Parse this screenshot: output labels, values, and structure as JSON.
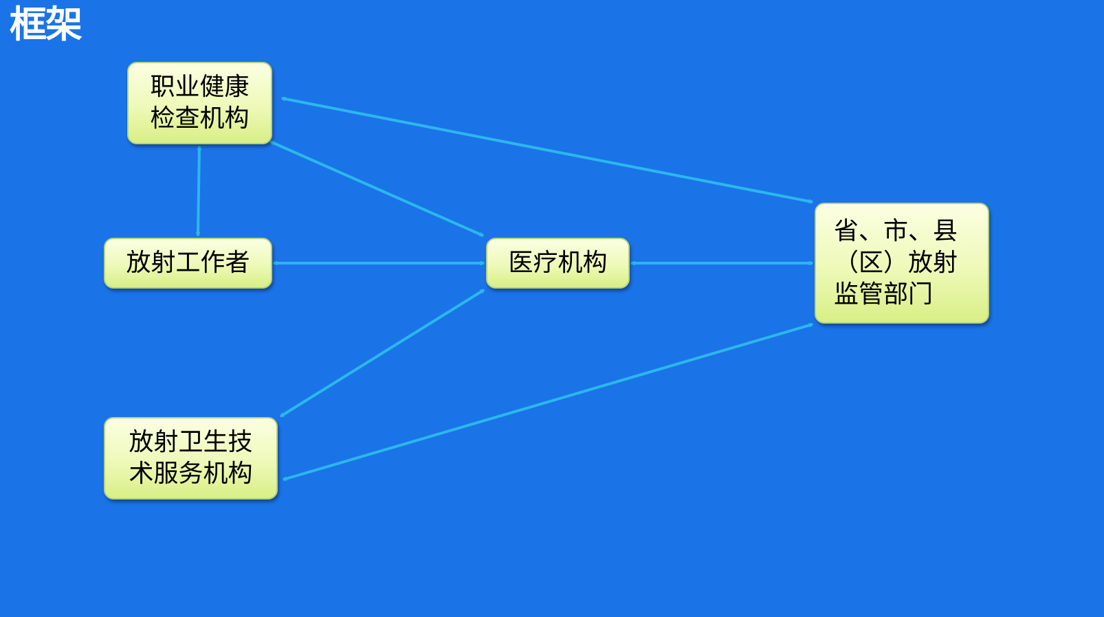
{
  "title": "框架",
  "colors": {
    "background": "#1b73e8",
    "arrow": "#2bb8ec",
    "node_fill_top": "#fbffe2",
    "node_fill_bottom": "#d8ef86",
    "node_border": "#b7d27a"
  },
  "nodes": {
    "health_exam": {
      "lines": [
        "职业健康",
        "检查机构"
      ]
    },
    "radiation_worker": {
      "lines": [
        "放射工作者"
      ]
    },
    "medical": {
      "lines": [
        "医疗机构"
      ]
    },
    "regulator": {
      "lines": [
        "省、市、县",
        "（区）放射",
        "监管部门"
      ]
    },
    "tech_service": {
      "lines": [
        "放射卫生技",
        "术服务机构"
      ]
    }
  },
  "connections": [
    {
      "from": "health_exam",
      "to": "regulator",
      "direction": "both"
    },
    {
      "from": "health_exam",
      "to": "medical",
      "direction": "both"
    },
    {
      "from": "health_exam",
      "to": "radiation_worker",
      "direction": "both"
    },
    {
      "from": "radiation_worker",
      "to": "medical",
      "direction": "both"
    },
    {
      "from": "medical",
      "to": "regulator",
      "direction": "both"
    },
    {
      "from": "medical",
      "to": "tech_service",
      "direction": "both"
    },
    {
      "from": "regulator",
      "to": "tech_service",
      "direction": "both"
    }
  ]
}
